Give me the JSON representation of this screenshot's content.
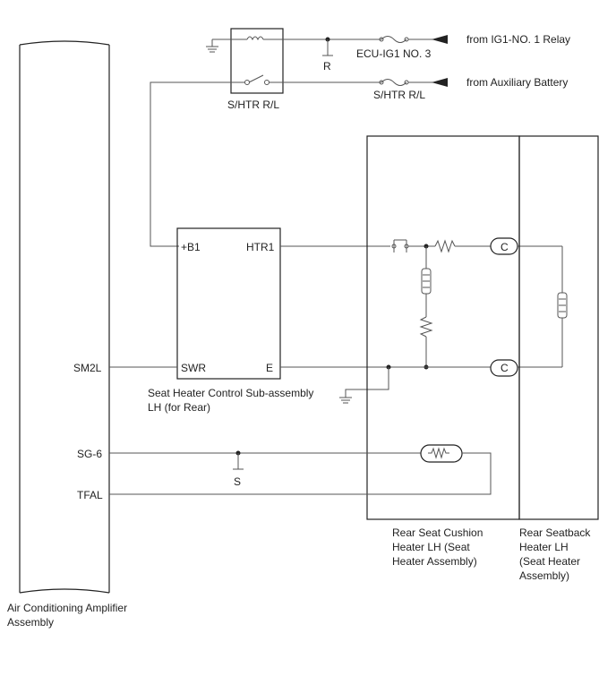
{
  "labels": {
    "from_ig1": "from IG1-NO. 1 Relay",
    "from_aux": "from Auxiliary Battery",
    "fuse_ecu": "ECU-IG1 NO. 3",
    "fuse_shtr": "S/HTR R/L",
    "relay_name": "S/HTR R/L",
    "ground_r": "R",
    "ground_s": "S",
    "pin_b1": "+B1",
    "pin_htr1": "HTR1",
    "pin_swr": "SWR",
    "pin_e": "E",
    "pin_sm2l": "SM2L",
    "pin_sg6": "SG-6",
    "pin_tfal": "TFAL",
    "connector_c": "C",
    "ecu_line1": "Seat Heater Control Sub-assembly",
    "ecu_line2": "LH (for Rear)",
    "amp_line1": "Air Conditioning Amplifier",
    "amp_line2": "Assembly",
    "cushion_line1": "Rear Seat Cushion",
    "cushion_line2": "Heater LH (Seat",
    "cushion_line3": "Heater Assembly)",
    "seatback_line1": "Rear Seatback",
    "seatback_line2": "Heater LH",
    "seatback_line3": "(Seat Heater",
    "seatback_line4": "Assembly)"
  }
}
